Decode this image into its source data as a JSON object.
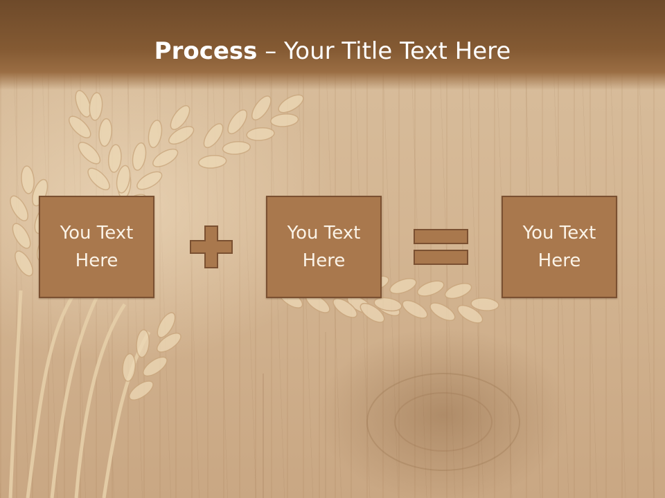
{
  "slide": {
    "title_bold": "Process",
    "title_dash": " – ",
    "title_rest": "Your Title Text Here",
    "boxes": [
      {
        "text": "You Text Here"
      },
      {
        "text": "You Text Here"
      },
      {
        "text": "You Text Here"
      }
    ],
    "operators": [
      "plus",
      "equals"
    ]
  },
  "colors": {
    "header": "#845a33",
    "box_fill": "#a9784d",
    "box_border": "#7a5031",
    "title_text": "#ffffff"
  }
}
